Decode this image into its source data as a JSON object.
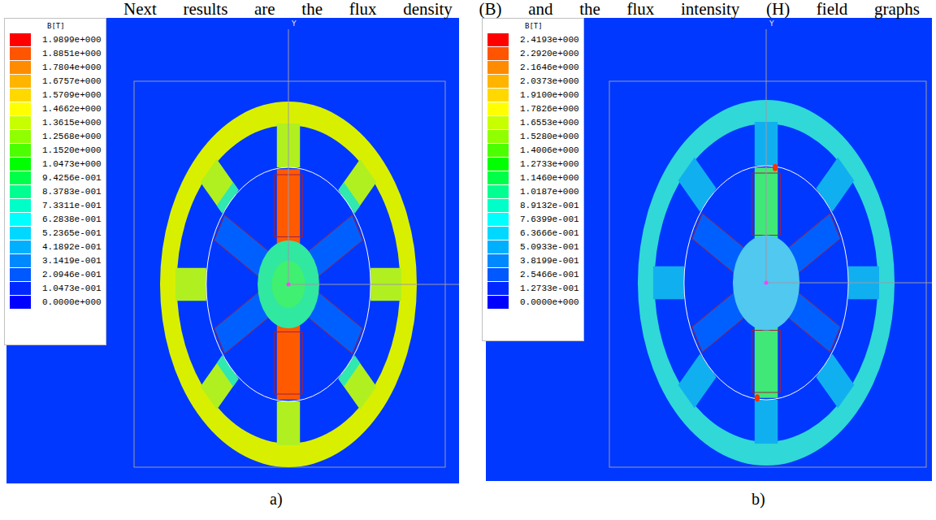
{
  "diagram": {
    "labels": [
      "Next results are the flux density (B) and the flux intensity (H) field graphs",
      "B[T]",
      "Y",
      "a)",
      "B[T]",
      "Y",
      "b)"
    ],
    "legend": [
      {
        "text": "1.9899e+000",
        "color": "#ff0000"
      },
      {
        "text": "1.8851e+000",
        "color": "#ff5500"
      },
      {
        "text": "1.7804e+000",
        "color": "#ff8c00"
      },
      {
        "text": "1.6757e+000",
        "color": "#ffb400"
      },
      {
        "text": "1.5709e+000",
        "color": "#ffd800"
      },
      {
        "text": "1.4662e+000",
        "color": "#ffff00"
      },
      {
        "text": "1.3615e+000",
        "color": "#c8ff00"
      },
      {
        "text": "1.2568e+000",
        "color": "#90ff00"
      },
      {
        "text": "1.1520e+000",
        "color": "#4cff00"
      },
      {
        "text": "1.0473e+000",
        "color": "#00ff00"
      },
      {
        "text": "9.4256e-001",
        "color": "#00ff48"
      },
      {
        "text": "8.3783e-001",
        "color": "#00ff90"
      },
      {
        "text": "7.3311e-001",
        "color": "#00ffc8"
      },
      {
        "text": "6.2838e-001",
        "color": "#00ffff"
      },
      {
        "text": "5.2365e-001",
        "color": "#00d8ff"
      },
      {
        "text": "4.1892e-001",
        "color": "#00b0ff"
      },
      {
        "text": "3.1419e-001",
        "color": "#0088ff"
      },
      {
        "text": "2.0946e-001",
        "color": "#0058ff"
      },
      {
        "text": "1.0473e-001",
        "color": "#0028ff"
      },
      {
        "text": "0.0000e+000",
        "color": "#0000ff"
      },
      {
        "text": "2.4193e+000",
        "color": "#ff0000"
      },
      {
        "text": "2.2920e+000",
        "color": "#ff5500"
      },
      {
        "text": "2.1646e+000",
        "color": "#ff8c00"
      },
      {
        "text": "2.0373e+000",
        "color": "#ffb400"
      },
      {
        "text": "1.9100e+000",
        "color": "#ffd800"
      },
      {
        "text": "1.7826e+000",
        "color": "#ffff00"
      },
      {
        "text": "1.6553e+000",
        "color": "#c8ff00"
      },
      {
        "text": "1.5280e+000",
        "color": "#90ff00"
      },
      {
        "text": "1.4006e+000",
        "color": "#4cff00"
      },
      {
        "text": "1.2733e+000",
        "color": "#00ff00"
      },
      {
        "text": "1.1460e+000",
        "color": "#00ff48"
      },
      {
        "text": "1.0187e+000",
        "color": "#00ff90"
      },
      {
        "text": "8.9132e-001",
        "color": "#00ffc8"
      },
      {
        "text": "7.6399e-001",
        "color": "#00ffff"
      },
      {
        "text": "6.3666e-001",
        "color": "#00d8ff"
      },
      {
        "text": "5.0933e-001",
        "color": "#00b0ff"
      },
      {
        "text": "3.8199e-001",
        "color": "#0088ff"
      },
      {
        "text": "2.5466e-001",
        "color": "#0058ff"
      },
      {
        "text": "1.2733e-001",
        "color": "#0028ff"
      },
      {
        "text": "0.0000e+000",
        "color": "#0000ff"
      }
    ]
  }
}
